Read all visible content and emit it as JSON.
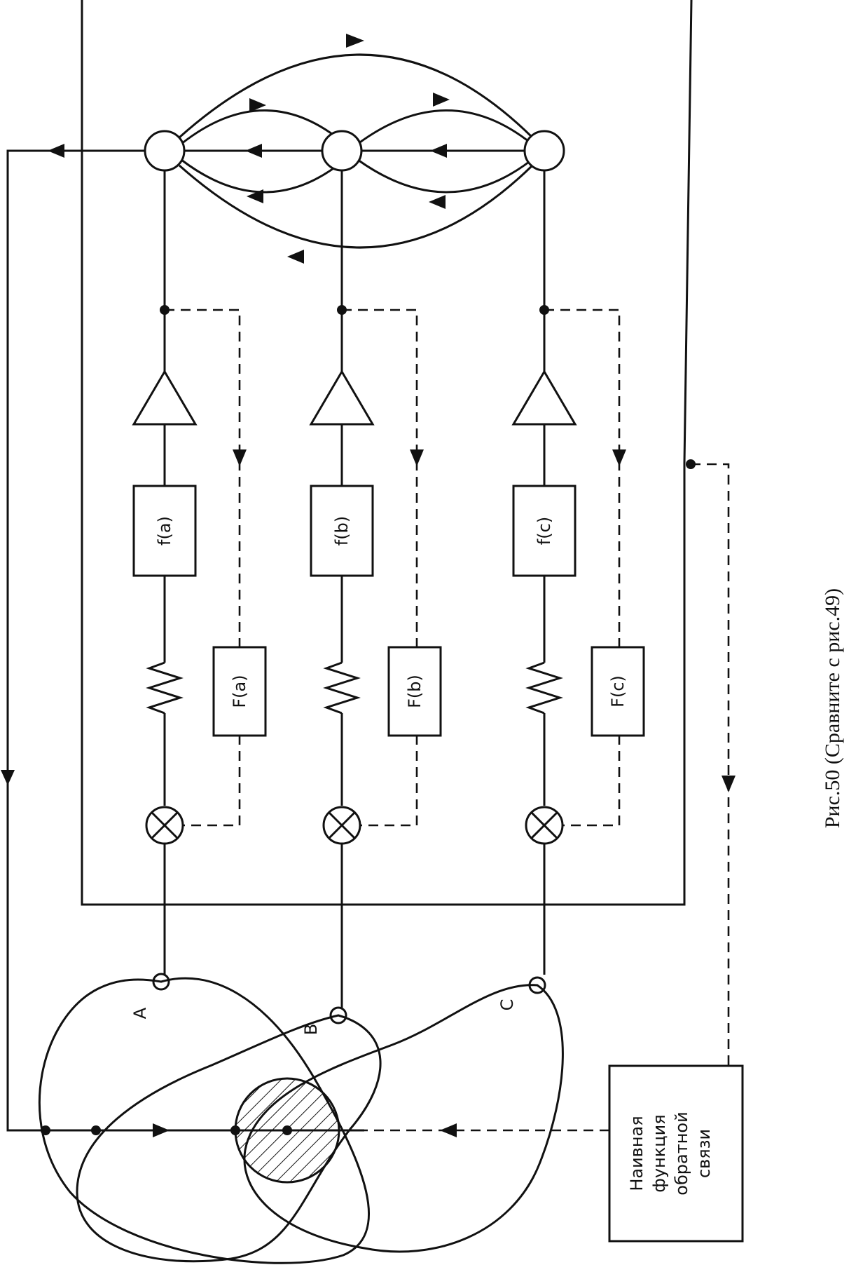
{
  "caption": "Рис.50 (Сравните с рис.49)",
  "channels": [
    {
      "name": "A",
      "f_label": "f(a)",
      "F_label": "F(a)"
    },
    {
      "name": "B",
      "f_label": "f(b)",
      "F_label": "F(b)"
    },
    {
      "name": "C",
      "f_label": "f(c)",
      "F_label": "F(c)"
    }
  ],
  "feedback_box": {
    "lines": [
      "Наивная",
      "функция",
      "обратной",
      "связи"
    ]
  }
}
